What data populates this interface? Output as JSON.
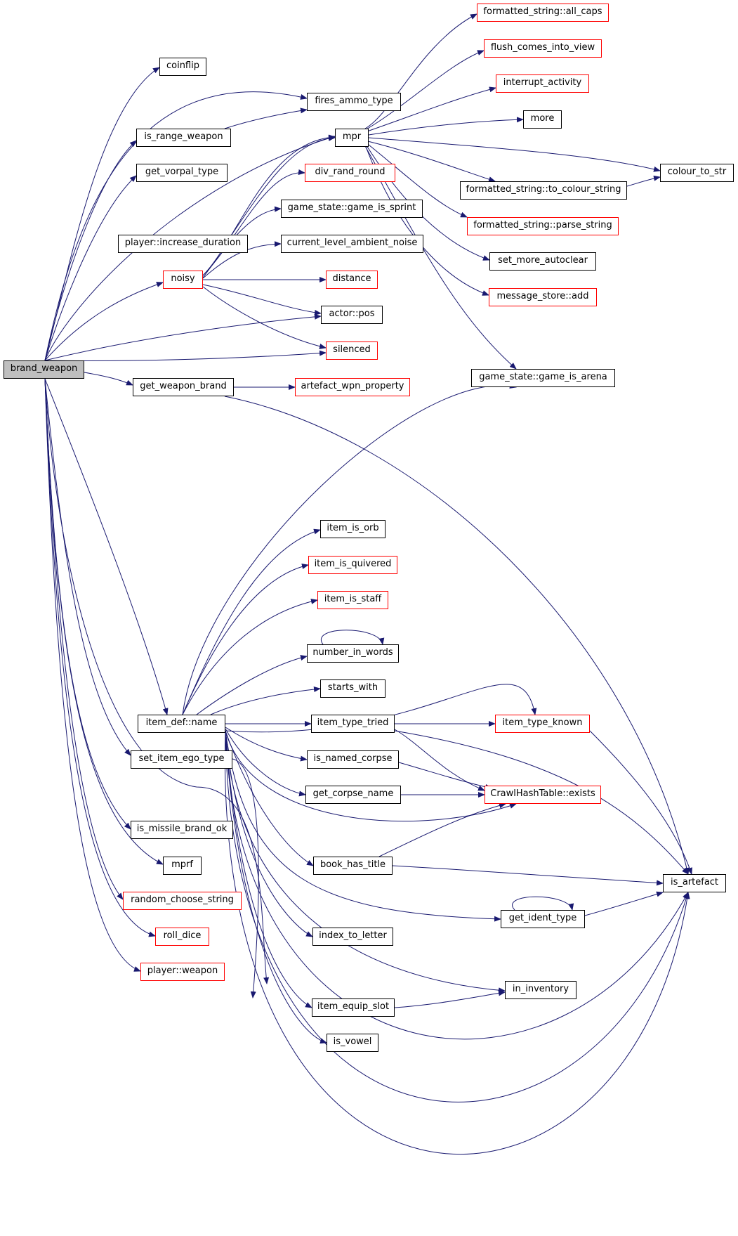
{
  "colors": {
    "edge": "#191970",
    "border_known": "#000000",
    "border_truncated": "#ff0000",
    "root_fill": "#bfbfbf"
  },
  "nodes": {
    "brand_weapon": "brand_weapon",
    "coinflip": "coinflip",
    "fires_ammo_type": "fires_ammo_type",
    "is_range_weapon": "is_range_weapon",
    "get_vorpal_type": "get_vorpal_type",
    "player_increase_duration": "player::increase_duration",
    "noisy": "noisy",
    "get_weapon_brand": "get_weapon_brand",
    "item_def_name": "item_def::name",
    "set_item_ego_type": "set_item_ego_type",
    "is_missile_brand_ok": "is_missile_brand_ok",
    "mprf": "mprf",
    "random_choose_string": "random_choose_string",
    "roll_dice": "roll_dice",
    "player_weapon": "player::weapon",
    "mpr": "mpr",
    "div_rand_round": "div_rand_round",
    "game_is_sprint": "game_state::game_is_sprint",
    "current_level_ambient_noise": "current_level_ambient_noise",
    "distance": "distance",
    "actor_pos": "actor::pos",
    "silenced": "silenced",
    "artefact_wpn_property": "artefact_wpn_property",
    "all_caps": "formatted_string::all_caps",
    "flush_comes_into_view": "flush_comes_into_view",
    "interrupt_activity": "interrupt_activity",
    "more": "more",
    "to_colour_string": "formatted_string::to_colour_string",
    "parse_string": "formatted_string::parse_string",
    "set_more_autoclear": "set_more_autoclear",
    "message_store_add": "message_store::add",
    "game_is_arena": "game_state::game_is_arena",
    "colour_to_str": "colour_to_str",
    "item_is_orb": "item_is_orb",
    "item_is_quivered": "item_is_quivered",
    "item_is_staff": "item_is_staff",
    "number_in_words": "number_in_words",
    "starts_with": "starts_with",
    "item_type_tried": "item_type_tried",
    "is_named_corpse": "is_named_corpse",
    "get_corpse_name": "get_corpse_name",
    "book_has_title": "book_has_title",
    "index_to_letter": "index_to_letter",
    "item_equip_slot": "item_equip_slot",
    "is_vowel": "is_vowel",
    "item_type_known": "item_type_known",
    "crawl_hash_exists": "CrawlHashTable::exists",
    "get_ident_type": "get_ident_type",
    "in_inventory": "in_inventory",
    "is_artefact": "is_artefact"
  }
}
